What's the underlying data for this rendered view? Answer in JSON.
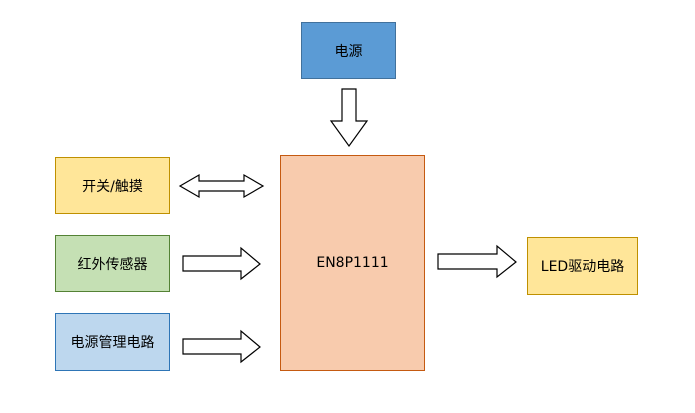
{
  "blocks": {
    "power": {
      "label": "电源"
    },
    "mcu": {
      "label": "EN8P1111"
    },
    "switch": {
      "label": "开关/触摸"
    },
    "ir": {
      "label": "红外传感器"
    },
    "pm": {
      "label": "电源管理电路"
    },
    "led": {
      "label": "LED驱动电路"
    }
  },
  "colors": {
    "power_fill": "#5b9bd5",
    "power_border": "#41719c",
    "mcu_fill": "#f8cbad",
    "mcu_border": "#c55a11",
    "switch_fill": "#ffe699",
    "switch_border": "#bf9000",
    "ir_fill": "#c5e0b4",
    "ir_border": "#548235",
    "pm_fill": "#bdd7ee",
    "pm_border": "#2e75b6",
    "led_fill": "#ffe699",
    "led_border": "#bf9000",
    "arrow_fill": "#ffffff",
    "arrow_stroke": "#000000"
  }
}
